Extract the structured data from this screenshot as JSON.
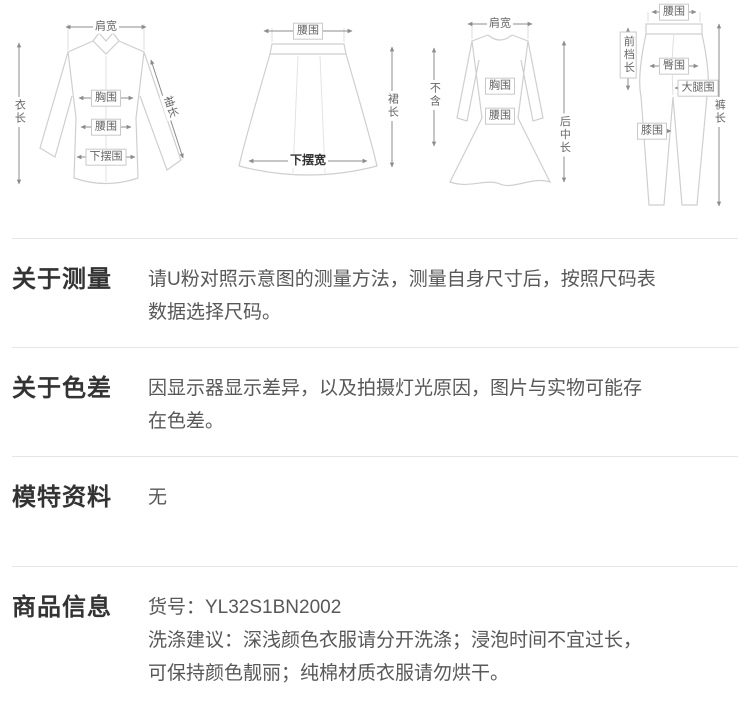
{
  "page": {
    "background": "#ffffff",
    "label_color": "#333333",
    "text_color": "#595757",
    "divider_color": "#e6e6e6",
    "line_color": "#8c8c8c",
    "outline_color": "#cfcfcf"
  },
  "diagrams": {
    "shirt": {
      "shoulder": "肩宽",
      "length": "衣长",
      "bust": "胸围",
      "waist": "腰围",
      "hem": "下摆围",
      "sleeve": "袖长"
    },
    "skirt": {
      "waist": "腰围",
      "length": "裙长",
      "hem_width": "下摆宽"
    },
    "dress": {
      "shoulder": "肩宽",
      "note": "不含",
      "bust": "胸围",
      "waist": "腰围",
      "back_length": "后中长"
    },
    "pants": {
      "waist": "腰围",
      "front_rise": "前档长",
      "hip": "臀围",
      "thigh": "大腿围",
      "knee": "膝围",
      "length": "裤长"
    }
  },
  "sections": [
    {
      "label": "关于测量",
      "lines": [
        "请U粉对照示意图的测量方法，测量自身尺寸后，按照尺码表数据选择尺码。"
      ]
    },
    {
      "label": "关于色差",
      "lines": [
        "因显示器显示差异，以及拍摄灯光原因，图片与实物可能存在色差。"
      ]
    },
    {
      "label": "模特资料",
      "lines": [
        "无"
      ]
    },
    {
      "label": "商品信息",
      "lines": [
        "货号：YL32S1BN2002",
        "洗涤建议：深浅颜色衣服请分开洗涤；浸泡时间不宜过长，可保持颜色靓丽；纯棉材质衣服请勿烘干。"
      ]
    }
  ]
}
